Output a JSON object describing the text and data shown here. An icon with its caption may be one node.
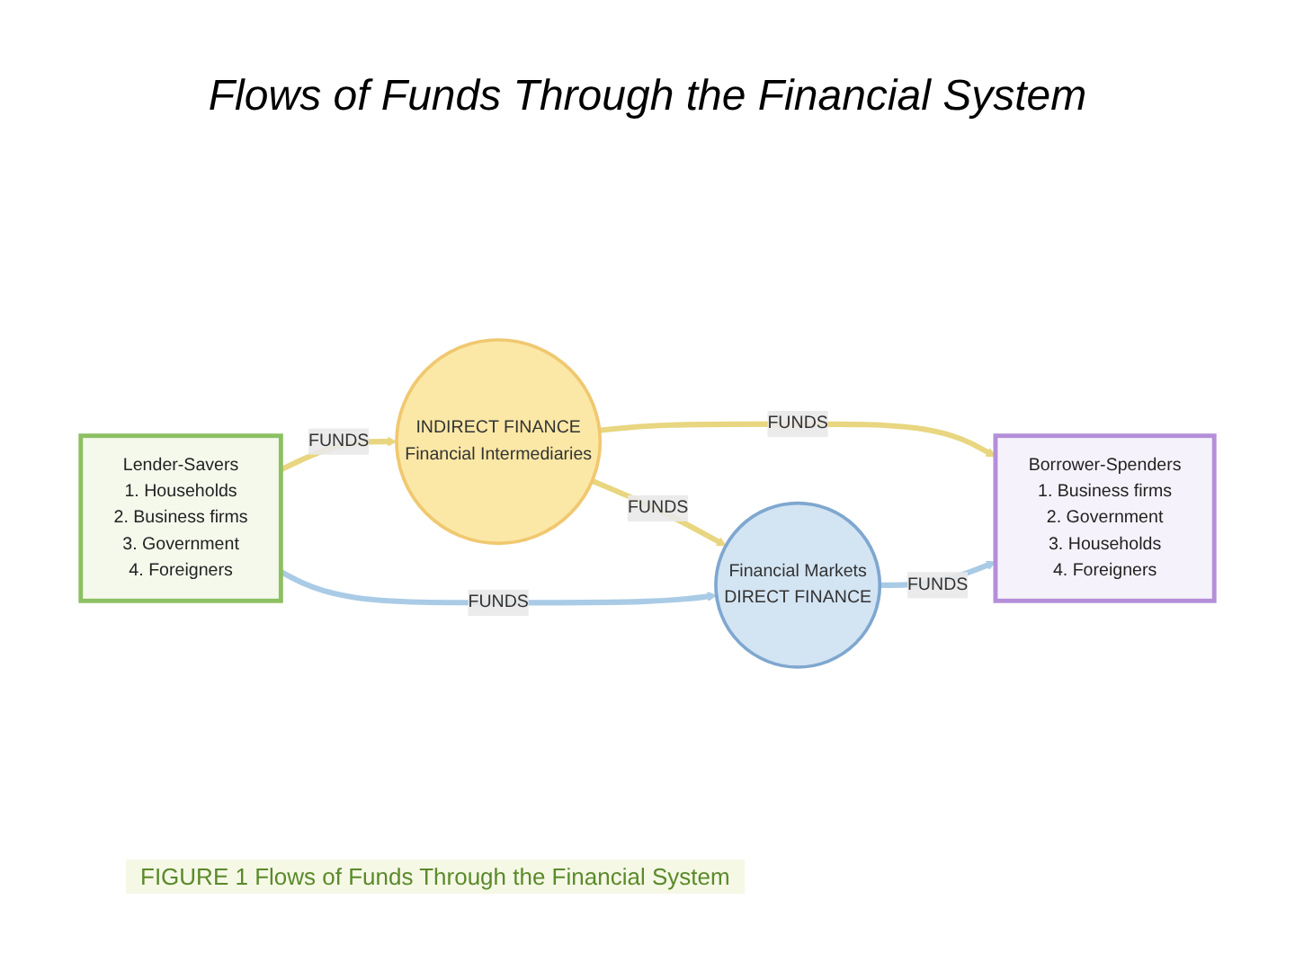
{
  "diagram": {
    "title": "Flows of Funds Through the Financial System",
    "caption": "FIGURE 1 Flows of Funds Through the Financial System",
    "nodes": [
      {
        "text": [
          "Lender-Savers",
          "1. Households",
          "2. Business firms",
          "3. Government",
          "4. Foreigners"
        ]
      },
      {
        "text": [
          "INDIRECT FINANCE",
          "Financial Intermediaries"
        ]
      },
      {
        "text": [
          "Financial Markets",
          "DIRECT FINANCE"
        ]
      },
      {
        "text": [
          "Borrower-Spenders",
          "1. Business firms",
          "2. Government",
          "3. Households",
          "4. Foreigners"
        ]
      }
    ],
    "edges": [
      {
        "from": 0,
        "to": 1,
        "arrow": "to",
        "label": "FUNDS"
      },
      {
        "from": 1,
        "to": 3,
        "arrow": "to",
        "label": "FUNDS"
      },
      {
        "from": 1,
        "to": 2,
        "arrow": "to",
        "label": "FUNDS"
      },
      {
        "from": 0,
        "to": 2,
        "arrow": "to",
        "label": "FUNDS",
        "color": "#a9cbe6"
      },
      {
        "from": 2,
        "to": 3,
        "arrow": "to",
        "label": "FUNDS",
        "color": "#a9cbe6"
      }
    ]
  }
}
